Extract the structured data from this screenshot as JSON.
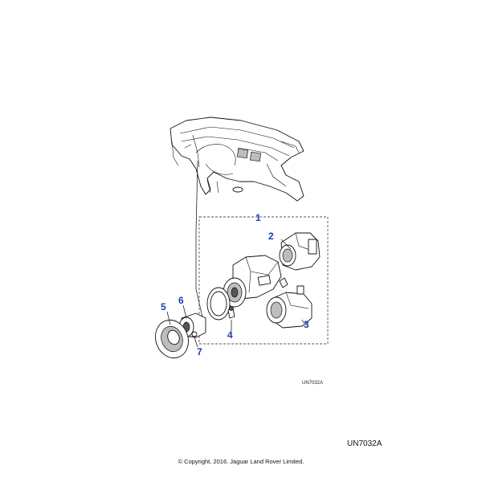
{
  "callouts": {
    "c1": "1",
    "c2": "2",
    "c3": "3",
    "c4": "4",
    "c5": "5",
    "c6": "6",
    "c7": "7"
  },
  "reference_small": "UN7032A",
  "reference_large": "UN7032A",
  "copyright": "© Copyright, 2016. Jaguar Land Rover Limited.",
  "colors": {
    "callout": "#1a3fb0",
    "line": "#111111"
  }
}
